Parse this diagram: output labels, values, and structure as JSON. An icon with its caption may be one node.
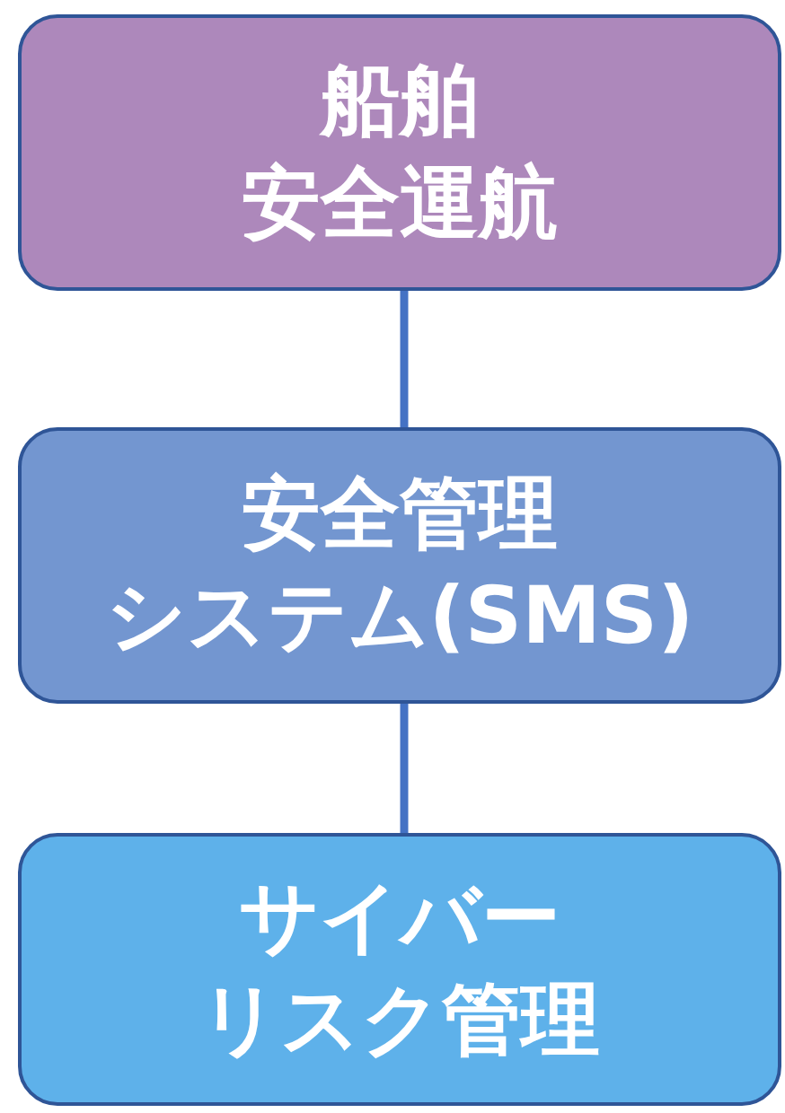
{
  "diagram": {
    "nodes": [
      {
        "text": [
          "船舶安全運航"
        ]
      },
      {
        "text": [
          "安全管理システム(SMS)"
        ]
      },
      {
        "text": [
          "サイバーリスク管理"
        ]
      }
    ],
    "edges": [
      {
        "from": 0,
        "to": 1,
        "arrow": "none"
      },
      {
        "from": 1,
        "to": 2,
        "arrow": "none"
      }
    ]
  }
}
